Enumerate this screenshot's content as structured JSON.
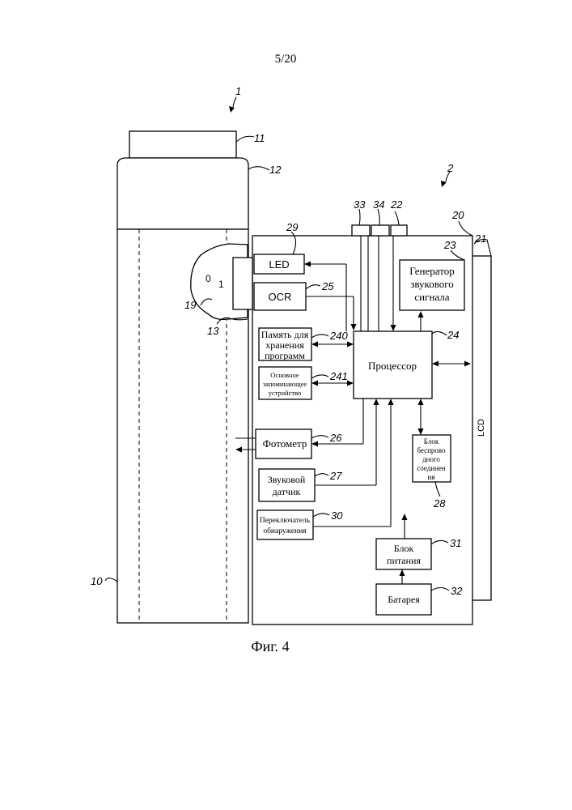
{
  "page_number": "5/20",
  "caption": "Фиг. 4",
  "refs": {
    "r1": "1",
    "r2": "2",
    "r10": "10",
    "r11": "11",
    "r12": "12",
    "r13": "13",
    "r19": "19",
    "r20": "20",
    "r21": "21",
    "r22": "22",
    "r23": "23",
    "r24": "24",
    "r25": "25",
    "r26": "26",
    "r27": "27",
    "r28": "28",
    "r29": "29",
    "r30": "30",
    "r31": "31",
    "r32": "32",
    "r33": "33",
    "r34": "34",
    "r240": "240",
    "r241": "241"
  },
  "window": {
    "digit_0": "0",
    "digit_1": "1"
  },
  "blocks": {
    "led": "LED",
    "ocr": "OCR",
    "sound_gen": [
      "Генератор",
      "звукового",
      "сигнала"
    ],
    "program_memory": [
      "Память для",
      "хранения",
      "программ"
    ],
    "main_memory": [
      "Основное",
      "запоминающее",
      "устройство"
    ],
    "processor": "Процессор",
    "photometer": "Фотометр",
    "wireless": [
      "Блок",
      "беспрово",
      "дного",
      "соединен",
      "ия"
    ],
    "sound_sensor": [
      "Звуковой",
      "датчик"
    ],
    "detect_switch": [
      "Переключатель",
      "обнаружения"
    ],
    "power": [
      "Блок",
      "питания"
    ],
    "battery": "Батарея",
    "lcd": "LCD"
  }
}
